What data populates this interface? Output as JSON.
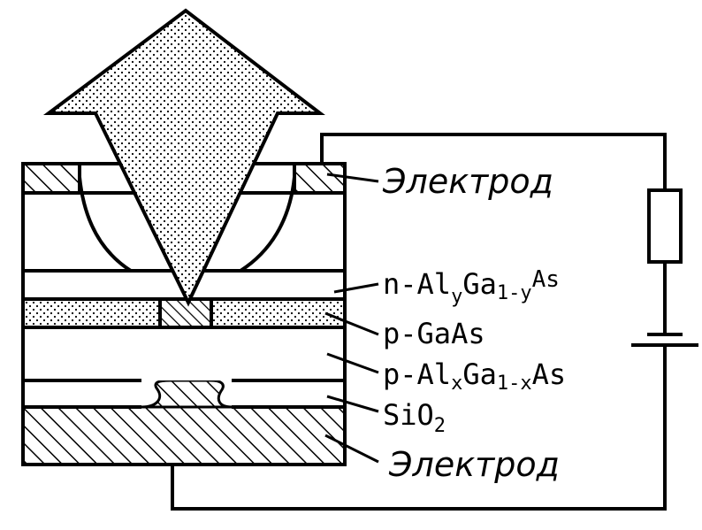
{
  "labels": {
    "electrode_top": "Электрод",
    "electrode_bottom": "Электрод",
    "n_layer": {
      "prefix": "n-Al",
      "sub1": "y",
      "mid": "Ga",
      "sub2": "1-y",
      "suffix": "As"
    },
    "p_gaas": "p-GaAs",
    "p_layer": {
      "prefix": "p-Al",
      "sub1": "x",
      "mid": "Ga",
      "sub2": "1-x",
      "suffix": "As"
    },
    "sio2": {
      "prefix": "SiO",
      "sub": "2"
    }
  },
  "colors": {
    "ink": "#000000",
    "background": "#ffffff"
  }
}
